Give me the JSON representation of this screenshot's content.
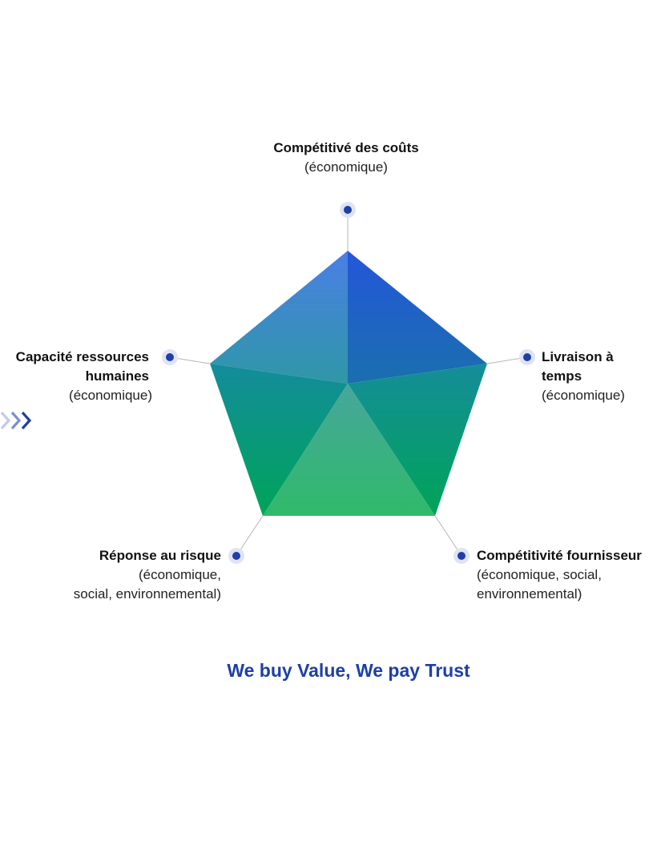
{
  "colors": {
    "accent": "#1d3fa6",
    "dot": "#1e3fa8",
    "dot_halo": "#dfe3f3",
    "connector": "#b5b5b5",
    "segment_top_right": [
      "#2456da",
      "#1a6fae"
    ],
    "segment_top_left": [
      "#4a7fe6",
      "#2f97a6"
    ],
    "segment_right": [
      "#158d99",
      "#00a458"
    ],
    "segment_left": [
      "#138c9c",
      "#00a458"
    ],
    "segment_bottom": [
      "#47a69c",
      "#2fba6a"
    ]
  },
  "nodes": {
    "top": {
      "title": "Compétitivé des coûts",
      "sub": [
        "(économique)"
      ]
    },
    "right": {
      "title": "Livraison à temps",
      "title_lines": [
        "Livraison à",
        "temps"
      ],
      "sub": [
        "(économique)"
      ]
    },
    "left": {
      "title": "Capacité ressources humaines",
      "title_lines": [
        "Capacité ressources",
        "humaines"
      ],
      "sub": [
        "(économique)"
      ]
    },
    "bottom_right": {
      "title": "Compétitivité fournisseur",
      "sub": [
        "(économique, social,",
        "environnemental)"
      ]
    },
    "bottom_left": {
      "title": "Réponse au risque",
      "sub": [
        "(économique,",
        "social, environnemental)"
      ]
    }
  },
  "slogan": "We buy Value, We pay Trust",
  "icons": {
    "arrows": "chevrons-right-icon",
    "dot": "circle-dot-icon"
  }
}
